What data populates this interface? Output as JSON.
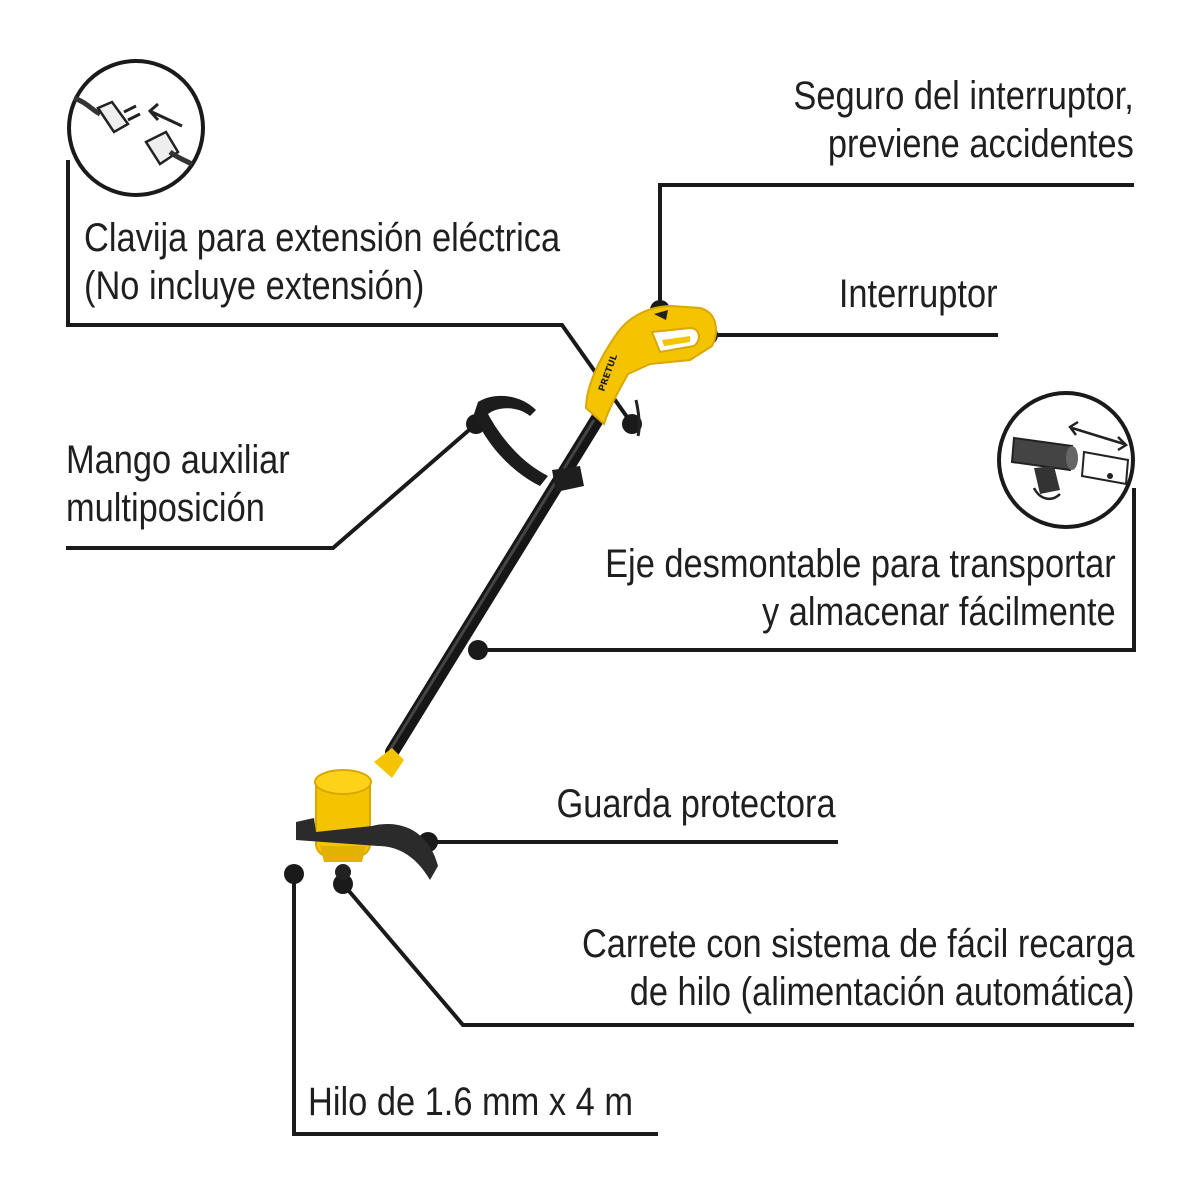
{
  "colors": {
    "ink": "#1a1a1a",
    "tool_yellow": "#f5c400",
    "tool_yellow_dark": "#d9a800",
    "shaft": "#161616",
    "guard": "#2b2b2b"
  },
  "brand_text": "PRETUL",
  "callouts": {
    "switch_lock": {
      "line1": "Seguro del interruptor,",
      "line2": "previene accidentes"
    },
    "plug": {
      "line1": "Clavija para extensión eléctrica",
      "line2": "(No incluye extensión)",
      "icon": "plug-icon"
    },
    "switch": {
      "line1": "Interruptor"
    },
    "aux_handle": {
      "line1": "Mango auxiliar",
      "line2": "multiposición"
    },
    "shaft": {
      "line1": "Eje desmontable para transportar",
      "line2": "y almacenar fácilmente",
      "icon": "detachable-shaft-icon"
    },
    "guard": {
      "line1": "Guarda protectora"
    },
    "spool": {
      "line1": "Carrete con sistema de fácil recarga",
      "line2": "de hilo (alimentación automática)"
    },
    "line": {
      "line1": "Hilo de 1.6 mm x 4 m"
    }
  }
}
